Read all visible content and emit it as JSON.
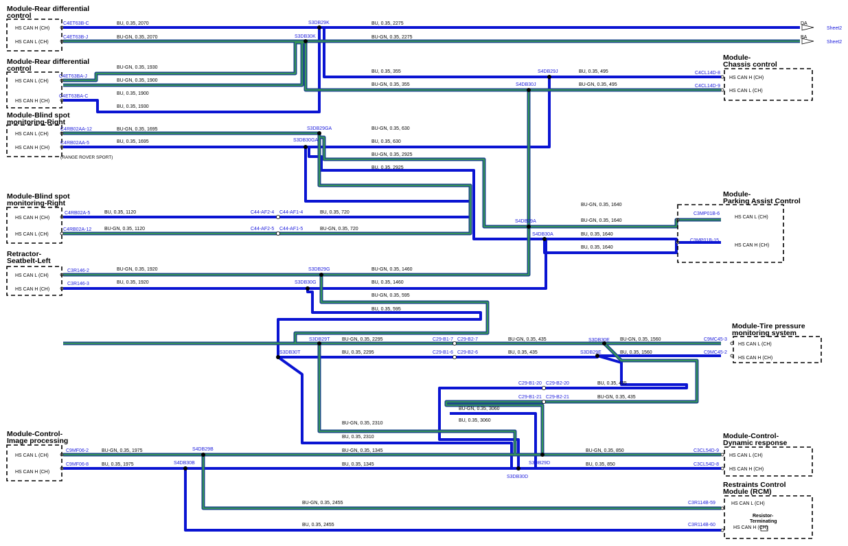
{
  "modules": [
    {
      "id": "m1",
      "title_lines": [
        "Module-Rear differential",
        "control"
      ],
      "pins": [
        "HS CAN H (CH)",
        "HS CAN L (CH)"
      ]
    },
    {
      "id": "m2",
      "title_lines": [
        "Module-Rear differential",
        "control"
      ],
      "pins": [
        "HS CAN L (CH)",
        "HS CAN H (CH)"
      ]
    },
    {
      "id": "m3",
      "title_lines": [
        "Module-Blind spot",
        "monitoring-Right"
      ],
      "pins": [
        "HS CAN L (CH)",
        "HS CAN H (CH)"
      ],
      "note": "(RANGE ROVER SPORT)"
    },
    {
      "id": "m4",
      "title_lines": [
        "Module-Blind spot",
        "monitoring-Right"
      ],
      "pins": [
        "HS CAN H (CH)",
        "HS CAN L (CH)"
      ]
    },
    {
      "id": "m5",
      "title_lines": [
        "Retractor-",
        "Seatbelt-Left"
      ],
      "pins": [
        "HS CAN L (CH)",
        "HS CAN H (CH)"
      ]
    },
    {
      "id": "m6",
      "title_lines": [
        "Module-Control-",
        "Image processing"
      ],
      "pins": [
        "HS CAN L (CH)",
        "HS CAN H (CH)"
      ]
    },
    {
      "id": "m7",
      "title_lines": [
        "Module-",
        "Chassis control"
      ],
      "pins": [
        "HS CAN H (CH)",
        "HS CAN L (CH)"
      ]
    },
    {
      "id": "m8",
      "title_lines": [
        "Module-",
        "Parking Assist Control"
      ],
      "pins": [
        "HS CAN L (CH)",
        "HS CAN H (CH)"
      ]
    },
    {
      "id": "m9",
      "title_lines": [
        "Module-Tire pressure",
        "monitoring system"
      ],
      "pins": [
        "HS CAN L (CH)",
        "HS CAN H (CH)"
      ]
    },
    {
      "id": "m10",
      "title_lines": [
        "Module-Control-",
        "Dynamic response"
      ],
      "pins": [
        "HS CAN L (CH)",
        "HS CAN H (CH)"
      ]
    },
    {
      "id": "m11",
      "title_lines": [
        "Restraints Control",
        "Module (RCM)"
      ],
      "pins": [
        "HS CAN L (CH)",
        "HS CAN H (CH)"
      ],
      "resistor_lines": [
        "Resistor-",
        "Terminating"
      ]
    }
  ],
  "connectors": [
    "C4ET63B-C",
    "C4ET63B-J",
    "C4ET63BA-J",
    "C4ET63BA-C",
    "C4RB02AA-12",
    "C4RB02AA-5",
    "C4RB02A-5",
    "C4RB02A-12",
    "C3R146-2",
    "C3R146-3",
    "C9MF06-2",
    "C9MF06-8",
    "C4CL14D-8",
    "C4CL14D-9",
    "C3MP01B-6",
    "C3MP01B-15",
    "C9MC45-3",
    "C9MC45-2",
    "C3CL54D-9",
    "C3CL54D-8",
    "C3R114B-59",
    "C3R114B-60",
    "C44-AF2-4",
    "C44-AF1-4",
    "C44-AF2-5",
    "C44-AF1-5",
    "C29-B1-7",
    "C29-B2-7",
    "C29-B1-6",
    "C29-B2-6",
    "C29-B1-20",
    "C29-B2-20",
    "C29-B1-21",
    "C29-B2-21"
  ],
  "splices": [
    "S3DB29K",
    "S3DB30K",
    "S4DB29J",
    "S4DB30J",
    "S3DB29GA",
    "S3DB30GA",
    "S4DB29A",
    "S4DB30A",
    "S3DB29G",
    "S3DB30G",
    "S3DB29T",
    "S3DB30T",
    "S3DB30E",
    "S3DB29E",
    "S4DB29B",
    "S4DB30B",
    "S3DB29D",
    "S3DB30D"
  ],
  "wires": [
    "BU, 0.35, 2070",
    "BU-GN, 0.35, 2070",
    "BU, 0.35, 2275",
    "BU-GN, 0.35, 2275",
    "BU-GN, 0.35, 1930",
    "BU-GN, 0.35, 1900",
    "BU, 0.35, 1900",
    "BU, 0.35, 1930",
    "BU, 0.35, 355",
    "BU-GN, 0.35, 355",
    "BU, 0.35, 495",
    "BU-GN, 0.35, 495",
    "BU-GN, 0.35, 1695",
    "BU, 0.35, 1695",
    "BU-GN, 0.35, 630",
    "BU, 0.35, 630",
    "BU-GN, 0.35, 2925",
    "BU, 0.35, 2925",
    "BU, 0.35, 1120",
    "BU-GN, 0.35, 1120",
    "BU, 0.35, 720",
    "BU-GN, 0.35, 720",
    "BU-GN, 0.35, 1640",
    "BU-GN, 0.35, 1640",
    "BU, 0.35, 1640",
    "BU, 0.35, 1640",
    "BU-GN, 0.35, 1920",
    "BU, 0.35, 1920",
    "BU-GN, 0.35, 1460",
    "BU, 0.35, 1460",
    "BU-GN, 0.35, 595",
    "BU, 0.35, 595",
    "BU-GN, 0.35, 2295",
    "BU, 0.35, 2295",
    "BU-GN, 0.35, 435",
    "BU, 0.35, 435",
    "BU-GN, 0.35, 1560",
    "BU, 0.35, 1560",
    "BU, 0.35, 435",
    "BU-GN, 0.35, 435",
    "BU-GN, 0.35, 3060",
    "BU, 0.35, 3060",
    "BU-GN, 0.35, 2310",
    "BU, 0.35, 2310",
    "BU-GN, 0.35, 1975",
    "BU, 0.35, 1975",
    "BU-GN, 0.35, 1345",
    "BU, 0.35, 1345",
    "BU-GN, 0.35, 850",
    "BU, 0.35, 850",
    "BU-GN, 0.35, 2455",
    "BU, 0.35, 2455"
  ],
  "sheet_refs": [
    {
      "code": "DA",
      "label": "Sheet2"
    },
    {
      "code": "BA",
      "label": "Sheet2"
    }
  ],
  "colors": {
    "bu": "#0a14d2",
    "bu_gn_outer": "#1e4a8a",
    "bu_gn_inner": "#3aa84a",
    "link_text": "#1a1adc"
  }
}
